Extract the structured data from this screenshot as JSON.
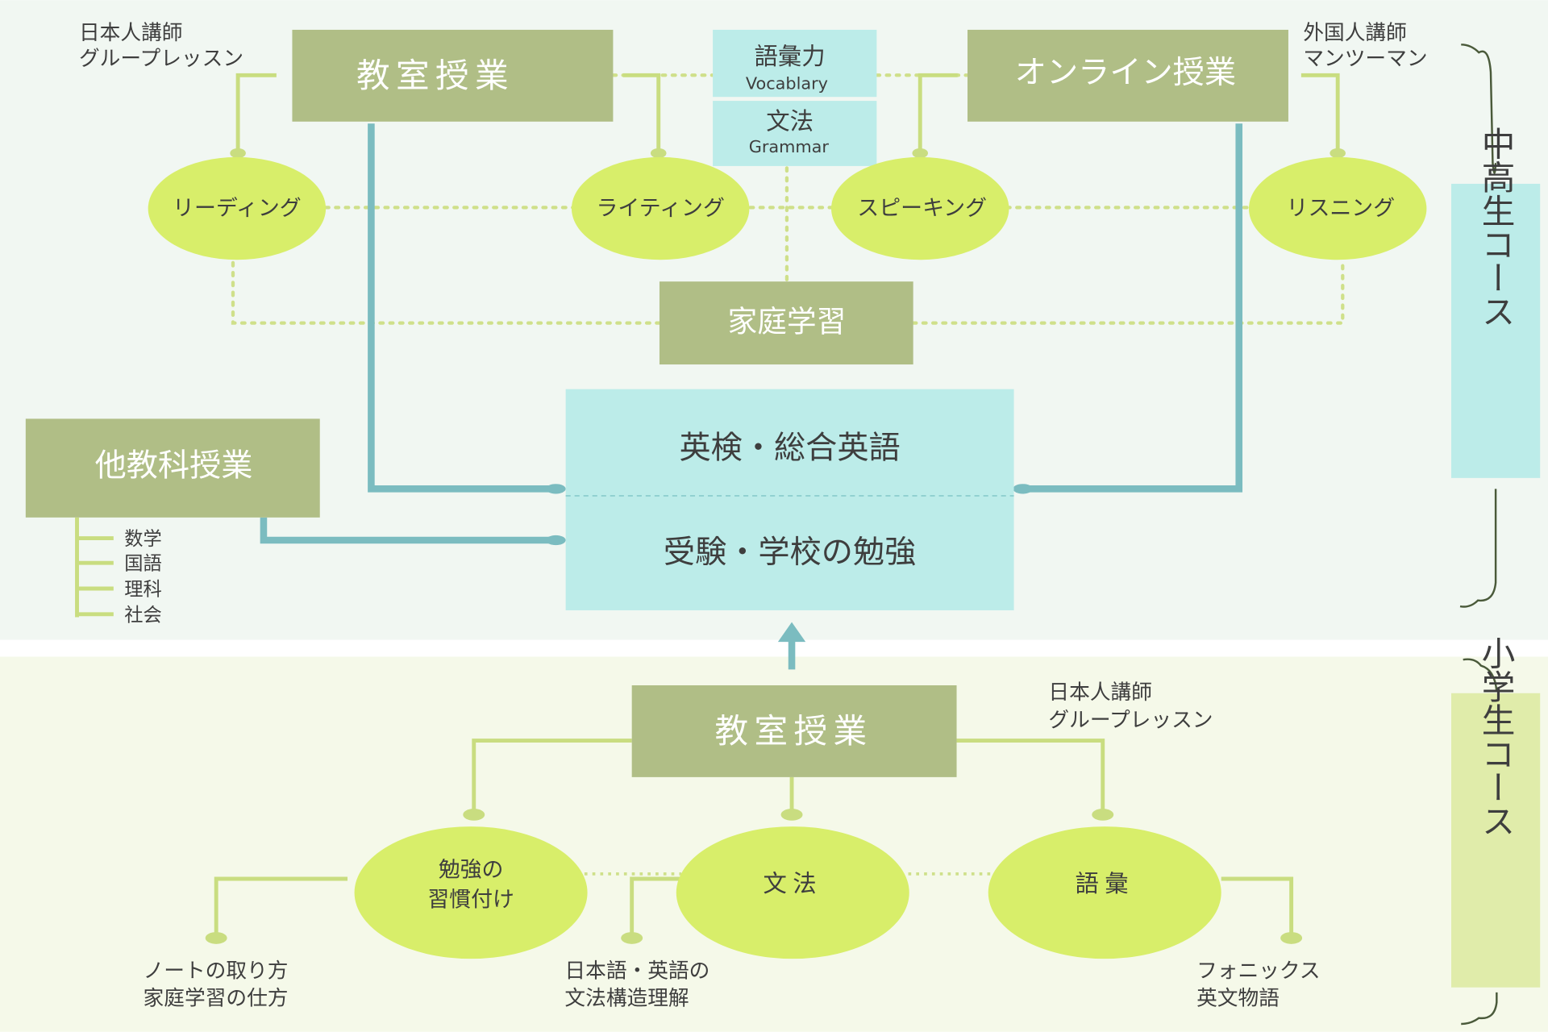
{
  "colors": {
    "olive_box": "#b0be86",
    "cyan_box": "#bcece9",
    "ellipse": "#d8ee6a",
    "teal_line": "#7bbcc0",
    "green_line": "#c9dd80",
    "top_bg": "#f1f7f2",
    "bottom_bg": "#f5f9e9",
    "elementary_tag": "#e0ecaa"
  },
  "upper": {
    "classroom_label": "教室授業",
    "classroom_note": [
      "日本人講師",
      "グループレッスン"
    ],
    "online_label": "オンライン授業",
    "online_note": [
      "外国人講師",
      "マンツーマン"
    ],
    "vocab": {
      "ja": "語彙力",
      "en": "Vocablary"
    },
    "grammar": {
      "ja": "文法",
      "en": "Grammar"
    },
    "skills": [
      "リーディング",
      "ライティング",
      "スピーキング",
      "リスニング"
    ],
    "home_study": "家庭学習",
    "goal_top": "英検・総合英語",
    "goal_bottom": "受験・学校の勉強",
    "other_subjects": "他教科授業",
    "subjects": [
      "数学",
      "国語",
      "理科",
      "社会"
    ],
    "course_tag": "中高生コース"
  },
  "lower": {
    "classroom_label": "教室授業",
    "classroom_note": [
      "日本人講師",
      "グループレッスン"
    ],
    "topics": [
      {
        "label": [
          "勉強の",
          "習慣付け"
        ],
        "note": [
          "ノートの取り方",
          "家庭学習の仕方"
        ]
      },
      {
        "label": [
          "文法"
        ],
        "note": [
          "日本語・英語の",
          "文法構造理解"
        ]
      },
      {
        "label": [
          "語彙"
        ],
        "note": [
          "フォニックス",
          "英文物語"
        ]
      }
    ],
    "course_tag": "小学生コース"
  }
}
